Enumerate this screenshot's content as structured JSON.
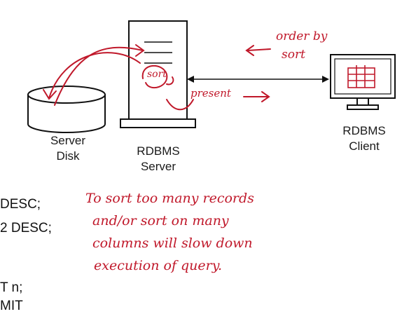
{
  "labels": {
    "server_disk": [
      "Server",
      "Disk"
    ],
    "rdbms_server": [
      "RDBMS",
      "Server"
    ],
    "rdbms_client": [
      "RDBMS",
      "Client"
    ]
  },
  "annotations": {
    "sort_in_server": "sort",
    "order_by": [
      "order by",
      "sort"
    ],
    "present": "present"
  },
  "code_fragments": [
    "DESC;",
    "2 DESC;",
    "T n;",
    "MIT"
  ],
  "note": [
    "To sort too many records",
    "and/or sort on many",
    "columns will slow down",
    "execution of query."
  ],
  "colors": {
    "ink": "#c0182a",
    "line": "#111111"
  }
}
